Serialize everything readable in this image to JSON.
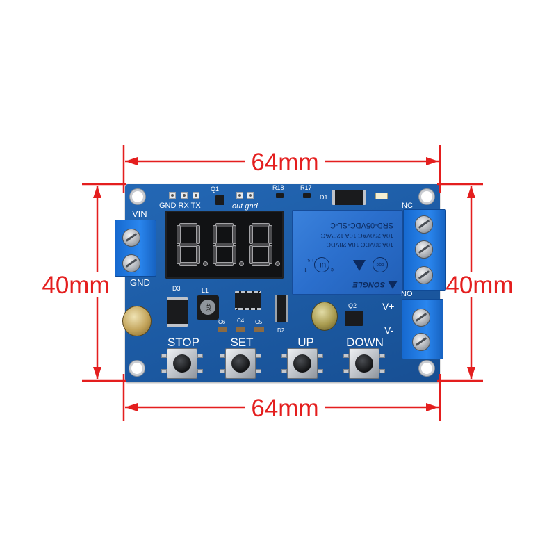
{
  "dimensions": {
    "top": "64mm",
    "bottom": "64mm",
    "left": "40mm",
    "right": "40mm"
  },
  "colors": {
    "dimension_line": "#e41e1e",
    "pcb": "#1f62b0",
    "terminal_block": "#1e73d6",
    "relay": "#2b6fcd",
    "display": "#111214"
  },
  "silkscreen": {
    "header_pins": "GND RX TX",
    "q1": "Q1",
    "out_pins": "out gnd",
    "r18": "R18",
    "r17": "R17",
    "d1": "D1",
    "vin": "VIN",
    "gnd": "GND",
    "d3": "D3",
    "l1": "L1",
    "c6": "C6",
    "c4": "C4",
    "c5": "C5",
    "d2": "D2",
    "q2": "Q2",
    "nc": "NC",
    "no": "NO",
    "v_plus": "V+",
    "v_minus": "V-"
  },
  "inductor_marking": "470",
  "relay": {
    "model": "SRD-05VDC-SL-C",
    "rating_ac": "10A 250VAC 10A 125VAC",
    "rating_dc": "10A 30VDC 10A 28VDC",
    "brand": "SONGLE",
    "cqc": "cqc",
    "ul": "UL",
    "ul_c": "c",
    "ul_us": "us",
    "pin_mark": "1"
  },
  "buttons": [
    {
      "label": "STOP"
    },
    {
      "label": "SET"
    },
    {
      "label": "UP"
    },
    {
      "label": "DOWN"
    }
  ]
}
